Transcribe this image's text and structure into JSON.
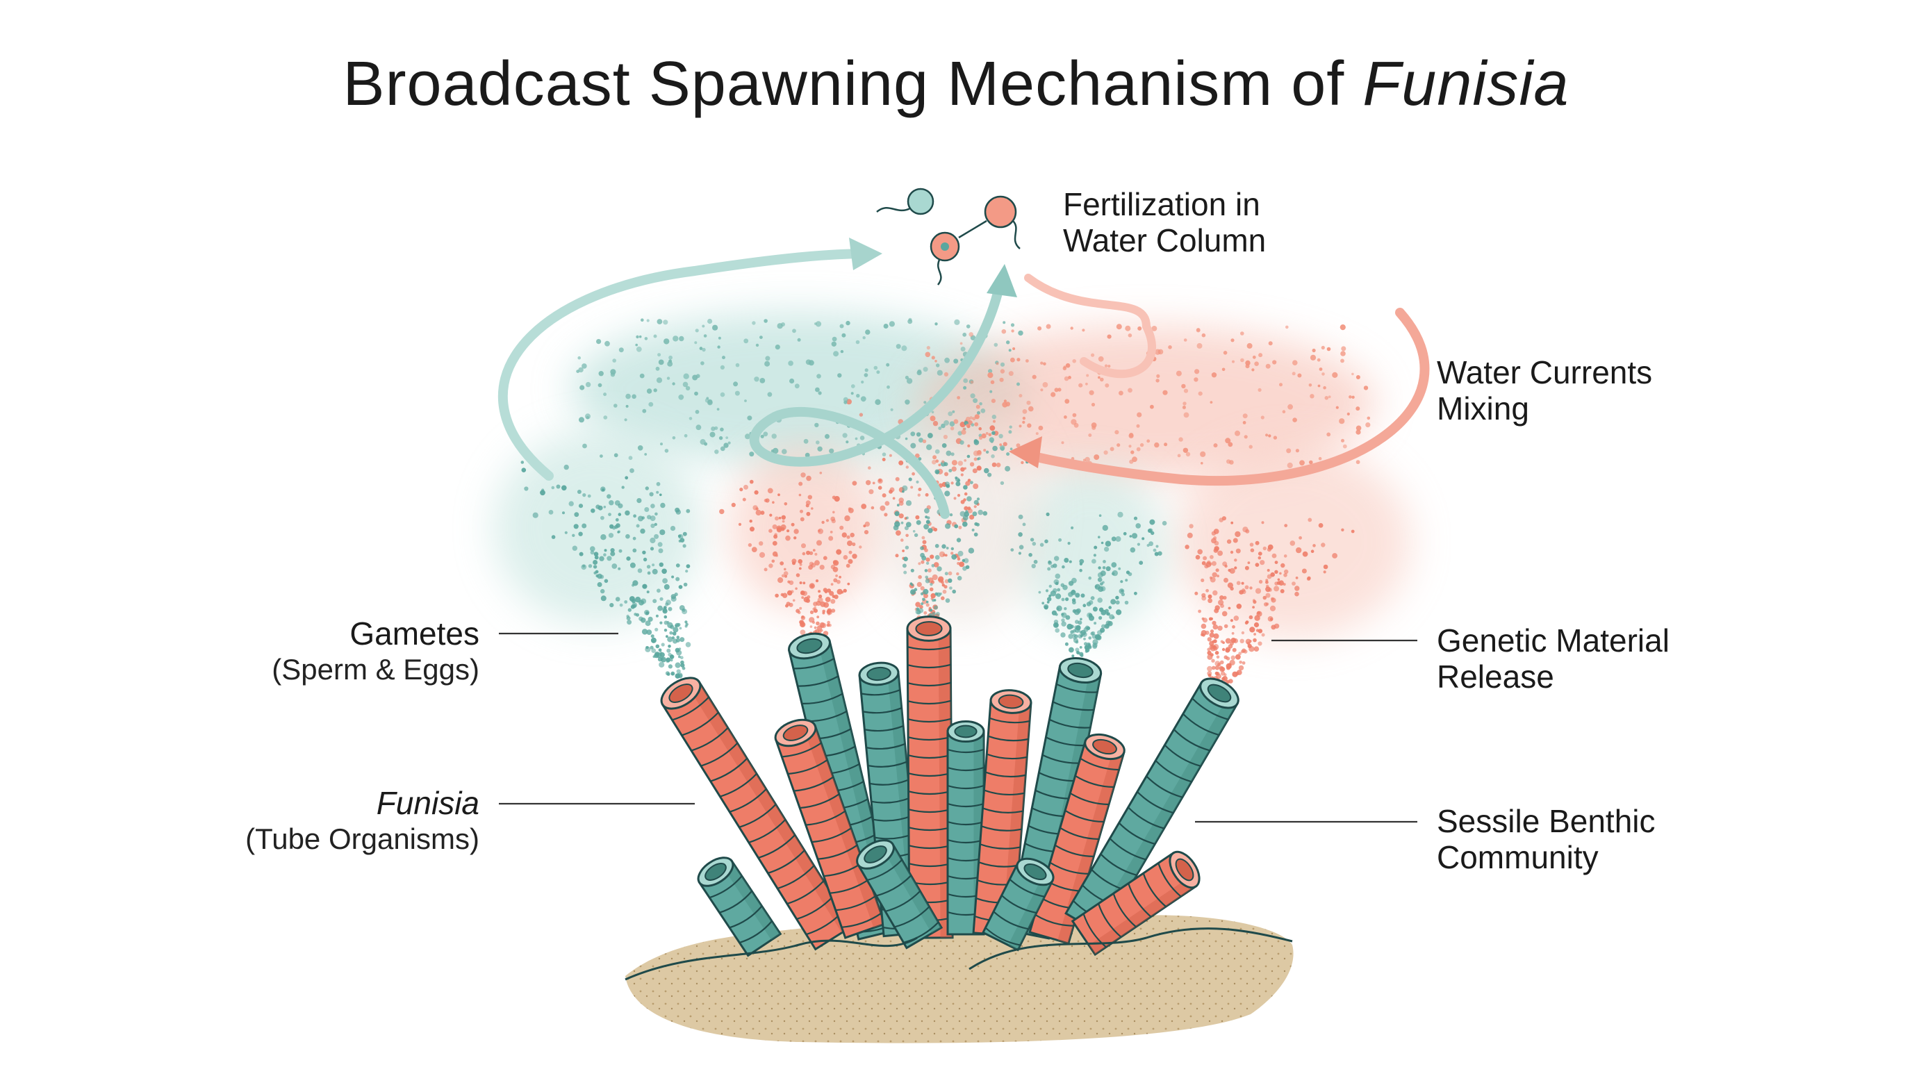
{
  "title": {
    "main": "Broadcast Spawning Mechanism of",
    "italic": "Funisia"
  },
  "labels": {
    "fertilization": {
      "line1": "Fertilization in",
      "line2": "Water Column"
    },
    "currents": {
      "line1": "Water Currents",
      "line2": "Mixing"
    },
    "gametes": {
      "line1": "Gametes",
      "line2": "(Sperm & Eggs)"
    },
    "genetic": {
      "line1": "Genetic Material",
      "line2": "Release"
    },
    "funisia": {
      "line1": "Funisia",
      "line2": "(Tube Organisms)"
    },
    "sessile": {
      "line1": "Sessile Benthic",
      "line2": "Community"
    }
  },
  "colors": {
    "teal": "#5aa79e",
    "teal_light": "#a9d8d1",
    "coral": "#ee7d68",
    "coral_light": "#f6b9ab",
    "sand": "#ddc9a4",
    "outline": "#1f4a4a"
  }
}
